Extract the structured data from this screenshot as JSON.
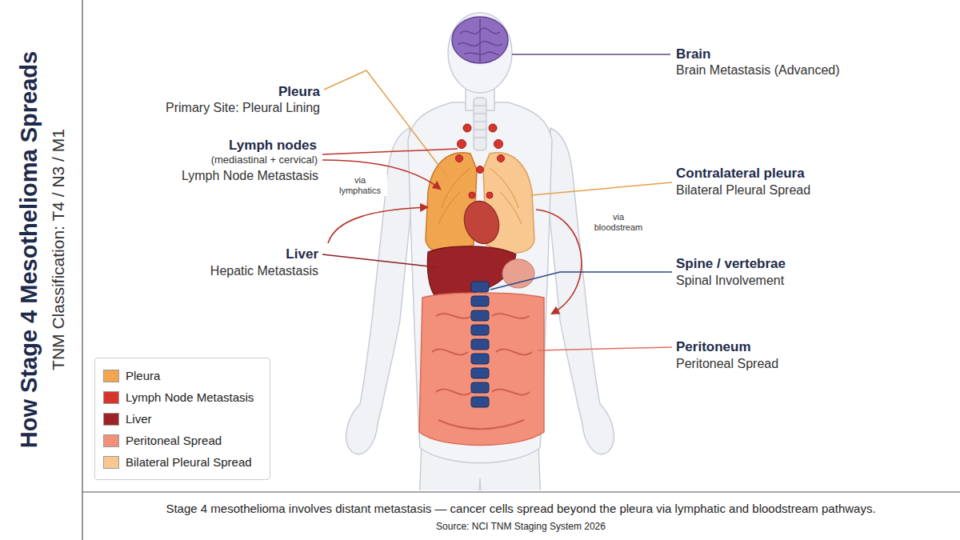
{
  "diagram": {
    "title": "How Stage 4 Mesothelioma Spreads",
    "caption": "Stage 4 mesothelioma involves distant metastasis — cancer cells spread beyond the pleura via lymphatic and bloodstream pathways.",
    "labels": [
      "TNM Classification: T4 / N3 / M1",
      "Pleura",
      "Primary Site: Pleural Lining",
      "Brain",
      "Brain Metastasis (Advanced)",
      "Lymph nodes",
      "(mediastinal + cervical)",
      "Lymph Node Metastasis",
      "via lymphatics",
      "Contralateral pleura",
      "Bilateral Pleural Spread",
      "via bloodstream",
      "Liver",
      "Hepatic Metastasis",
      "Spine / vertebrae",
      "Spinal Involvement",
      "Peritoneum",
      "Peritoneal Spread",
      "Source: NCI TNM Staging System 2026"
    ],
    "legend": [
      {
        "text": "Pleura",
        "color": "#F0A54E"
      },
      {
        "text": "Lymph Node Metastasis",
        "color": "#D7352C"
      },
      {
        "text": "Liver",
        "color": "#9B2226"
      },
      {
        "text": "Peritoneal Spread",
        "color": "#F3907A"
      },
      {
        "text": "Bilateral Pleural Spread",
        "color": "#F8C890"
      }
    ]
  }
}
